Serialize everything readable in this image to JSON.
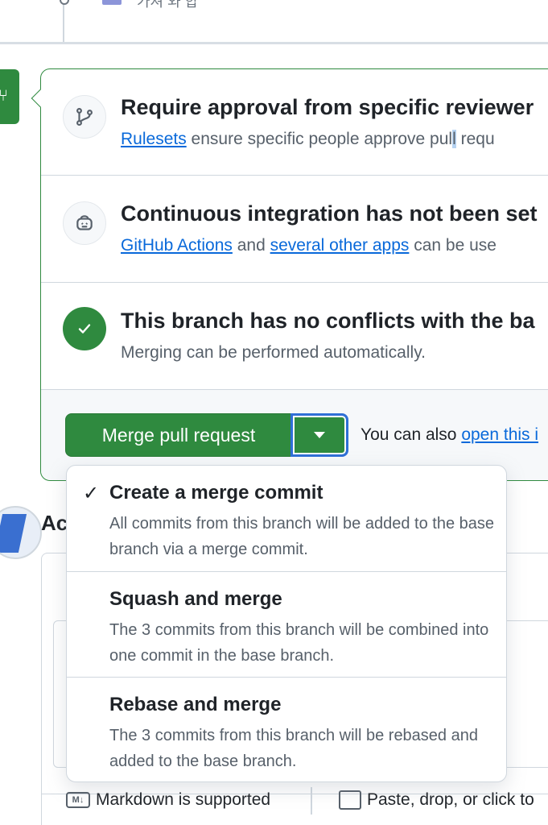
{
  "top_fragment": {
    "faint_text": "가져 와 합"
  },
  "sections": {
    "approval": {
      "title": "Require approval from specific reviewer",
      "link": "Rulesets",
      "sub_a": " ensure specific people approve pul",
      "sub_hl": "l",
      "sub_b": " requ"
    },
    "ci": {
      "title": "Continuous integration has not been set",
      "link1": "GitHub Actions",
      "mid": " and ",
      "link2": "several other apps",
      "tail": " can be use"
    },
    "conflicts": {
      "title": "This branch has no conflicts with the ba",
      "sub": "Merging can be performed automatically."
    }
  },
  "merge": {
    "button_label": "Merge pull request",
    "also_text": "You can also ",
    "also_link": "open this i"
  },
  "behind": {
    "activity_heading": "Ac",
    "markdown_label": "Markdown is supported",
    "markdown_icon_text": "M↓",
    "paste_label": "Paste, drop, or click to"
  },
  "menu": {
    "items": [
      {
        "title": "Create a merge commit",
        "desc": "All commits from this branch will be added to the base branch via a merge commit.",
        "selected": true
      },
      {
        "title": "Squash and merge",
        "desc": "The 3 commits from this branch will be combined into one commit in the base branch.",
        "selected": false
      },
      {
        "title": "Rebase and merge",
        "desc": "The 3 commits from this branch will be rebased and added to the base branch.",
        "selected": false
      }
    ],
    "check_glyph": "✓"
  },
  "colors": {
    "merge_green": "#2f8a3f",
    "link_blue": "#0969da",
    "focus_blue": "#2f6fd6",
    "border_gray": "#d0d7de"
  }
}
